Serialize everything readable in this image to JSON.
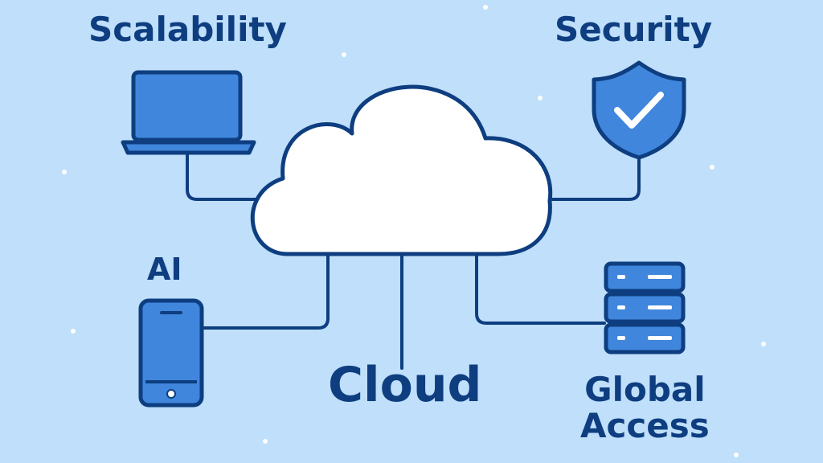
{
  "labels": {
    "scalability": "Scalability",
    "security": "Security",
    "ai": "AI",
    "cloud": "Cloud",
    "global_access_line1": "Global",
    "global_access_line2": "Access"
  },
  "icons": {
    "laptop": "laptop-icon",
    "shield": "shield-check-icon",
    "phone": "smartphone-icon",
    "server": "server-rack-icon",
    "cloud": "cloud-icon"
  },
  "colors": {
    "background": "#BFDFFA",
    "line": "#0E3E80",
    "icon_fill": "#3F86DC",
    "cloud_fill": "#FFFFFF",
    "text": "#0E3E80"
  }
}
